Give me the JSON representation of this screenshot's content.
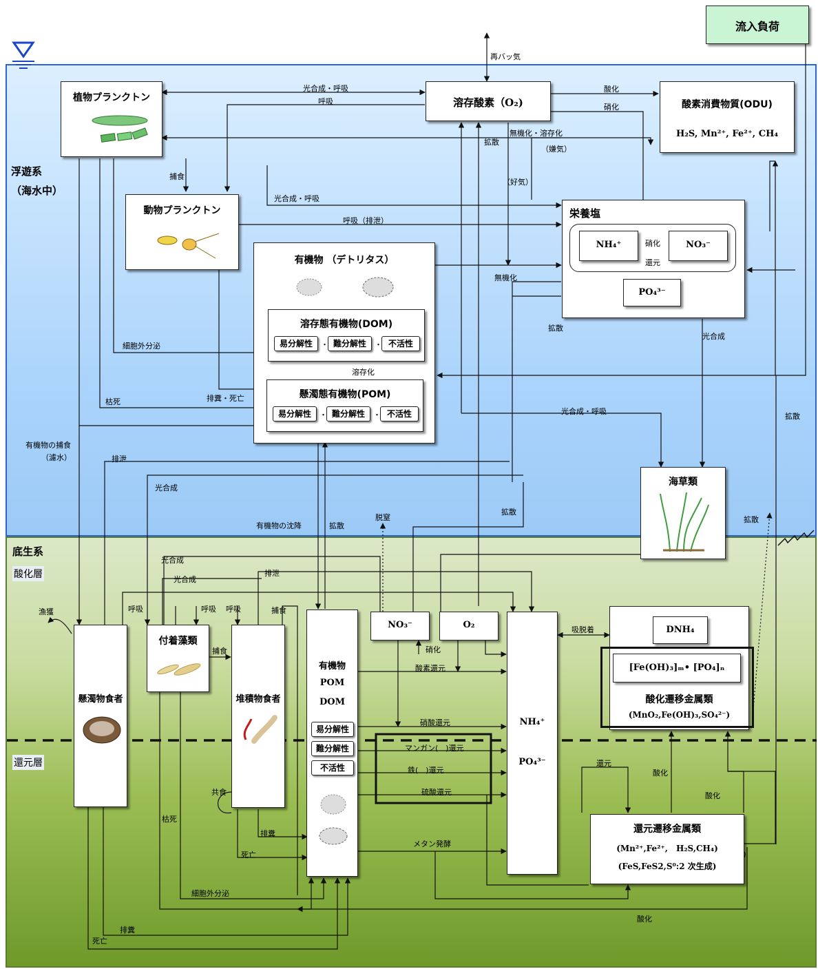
{
  "header": {
    "inflow_load": "流入負荷",
    "reaeration": "再バッ気"
  },
  "zones": {
    "pelagic": "浮遊系",
    "pelagic_sub": "（海水中）",
    "benthic": "底生系",
    "oxidized_layer": "酸化層",
    "reduced_layer": "還元層"
  },
  "boxes": {
    "phytoplankton": "植物プランクトン",
    "zooplankton": "動物プランクトン",
    "dissolved_oxygen": "溶存酸素（",
    "dissolved_oxygen_formula": "O₂)",
    "odu_title": "酸素消費物質(ODU)",
    "odu_formula": "H₂S, Mn²⁺, Fe²⁺, CH₄",
    "detritus": "有機物 （デトリタス）",
    "dom": "溶存態有機物(DOM)",
    "pom": "懸濁態有機物(POM)",
    "nutrients": "栄養塩",
    "nh4": "NH₄⁺",
    "no3": "NO₃⁻",
    "po4": "PO₄³⁻",
    "seagrass": "海草類",
    "suspension_feeder": "懸濁物食者",
    "attached_algae": "付着藻類",
    "deposit_feeder": "堆積物食者",
    "sed_organic_1": "有機物",
    "sed_organic_2": "POM",
    "sed_organic_3": "DOM",
    "sed_no3": "NO₃⁻",
    "sed_o2": "O₂",
    "sed_nh4": "NH₄⁺",
    "sed_po4": "PO₄³⁻",
    "dnh4": "DNH₄",
    "fe_po4": "[Fe(OH)₃]ₘ• [PO₄]ₙ",
    "oxidized_metals": "酸化遷移金属類",
    "oxidized_metals_formula": "(MnO₂,Fe(OH)₃,SO₄²⁻)",
    "reduced_metals": "還元遷移金属類",
    "reduced_metals_f1": "(Mn²⁺,Fe²⁺,　H₂S,CH₄)",
    "reduced_metals_f2": "(FeS,FeS2,S⁰:2 次生成)"
  },
  "lability": {
    "labile": "易分解性",
    "refractory": "難分解性",
    "inert": "不活性",
    "dot": "・"
  },
  "labels": {
    "photo_resp": "光合成・呼吸",
    "respiration": "呼吸",
    "oxidation": "酸化",
    "nitrification": "硝化",
    "mineral_dissolve": "無機化・溶存化",
    "anaerobic": "（嫌気）",
    "aerobic": "（好気）",
    "diffusion": "拡散",
    "grazing": "捕食",
    "photo_resp2": "光合成・呼吸",
    "resp_excretion": "呼吸（排泄）",
    "nitrif_short": "硝化",
    "reduction": "還元",
    "mineralization": "無機化",
    "diffusion2": "拡散",
    "exudation": "細胞外分泌",
    "photosynthesis": "光合成",
    "dissolution": "溶存化",
    "feces_death": "排糞・死亡",
    "withering": "枯死",
    "photo_resp3": "光合成・呼吸",
    "org_predation": "有機物の捕食",
    "filtering": "（濾水）",
    "excretion": "排泄",
    "photosynthesis2": "光合成",
    "settling": "有機物の沈降",
    "diffusion3": "拡散",
    "denitrification": "脱窒",
    "diffusion4": "拡散",
    "diffusion5": "拡散",
    "diffusion6": "拡散",
    "ben_photo1": "光合成",
    "ben_photo2": "光合成",
    "ben_excretion": "排泄",
    "ben_resp1": "呼吸",
    "ben_resp2": "呼吸",
    "ben_resp3": "呼吸",
    "ben_grazing": "捕食",
    "ben_grazing2": "捕食",
    "fishing": "漁獲",
    "adsorption": "吸脱着",
    "nitrif_sed": "硝化",
    "oxygen_reduction": "酸素還元",
    "nitrate_reduction": "硝酸還元",
    "mn_reduction": "マンガン(　)還元",
    "fe_reduction": "鉄(　)還元",
    "sulfate_reduction": "硫酸還元",
    "methane": "メタン発酵",
    "reduction2": "還元",
    "oxidation2": "酸化",
    "oxidation3": "酸化",
    "oxidation4": "酸化",
    "cannibalism": "共食",
    "withering2": "枯死",
    "feces": "排糞",
    "death": "死亡",
    "exudation2": "細胞外分泌",
    "feces2": "排糞",
    "death2": "死亡"
  }
}
